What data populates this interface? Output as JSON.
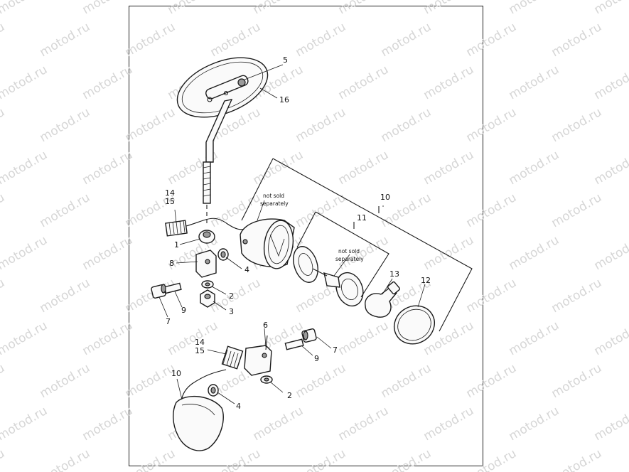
{
  "watermark": "motod.ru",
  "notes": {
    "not_sold_1a": "not sold",
    "not_sold_1b": "separately",
    "not_sold_2a": "not sold",
    "not_sold_2b": "separately"
  },
  "callouts": {
    "c5": "5",
    "c16": "16",
    "c14a": "14",
    "c15a": "15",
    "c1": "1",
    "c8": "8",
    "c4a": "4",
    "c2a": "2",
    "c3": "3",
    "c9a": "9",
    "c7a": "7",
    "c10a": "10",
    "c11": "11",
    "c13": "13",
    "c12": "12",
    "c6": "6",
    "c9b": "9",
    "c7b": "7",
    "c14b": "14",
    "c15b": "15",
    "c2b": "2",
    "c4b": "4",
    "c10b": "10"
  }
}
